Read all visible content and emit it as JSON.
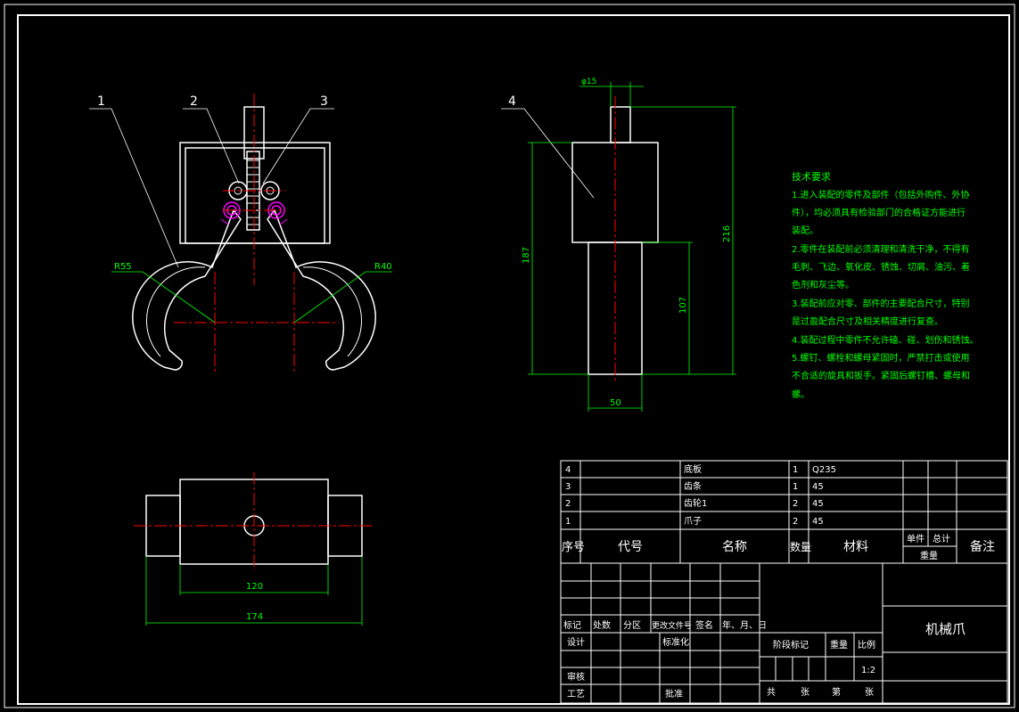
{
  "callouts": [
    "1",
    "2",
    "3",
    "4"
  ],
  "dimensions": {
    "r55": "R55",
    "r40": "R40",
    "phi15": "φ15",
    "d187": "187",
    "d216": "216",
    "d107": "107",
    "d50": "50",
    "d120": "120",
    "d174": "174"
  },
  "tech_requirements": {
    "title": "技术要求",
    "lines": [
      "1.进入装配的零件及部件（包括外购件、外协",
      "件），均必须具有检验部门的合格证方能进行",
      "装配。",
      "2.零件在装配前必须清理和清洗干净，不得有",
      "毛刺、飞边、氧化皮、锈蚀、切屑、油污、着",
      "色剂和灰尘等。",
      "3.装配前应对零、部件的主要配合尺寸，特别",
      "是过盈配合尺寸及相关精度进行复查。",
      "4.装配过程中零件不允许磕、碰、划伤和锈蚀。",
      "5.螺钉、螺栓和螺母紧固时，严禁打击或使用",
      "不合适的旋具和扳手。紧固后螺钉槽、螺母和",
      "螺。"
    ]
  },
  "bom": {
    "rows": [
      {
        "no": "4",
        "code": "",
        "name": "底板",
        "qty": "1",
        "material": "Q235"
      },
      {
        "no": "3",
        "code": "",
        "name": "齿条",
        "qty": "1",
        "material": "45"
      },
      {
        "no": "2",
        "code": "",
        "name": "齿轮1",
        "qty": "2",
        "material": "45"
      },
      {
        "no": "1",
        "code": "",
        "name": "爪子",
        "qty": "2",
        "material": "45"
      }
    ],
    "header": {
      "no": "序号",
      "code": "代号",
      "name": "名称",
      "qty": "数量",
      "material": "材料",
      "unit": "单件",
      "total": "总计",
      "weight": "重量",
      "remark": "备注"
    }
  },
  "title_block": {
    "drawing_title": "机械爪",
    "revision_labels": [
      "标记",
      "处数",
      "分区",
      "更改文件号",
      "签名",
      "年、月、日"
    ],
    "design": "设计",
    "standardization": "标准化",
    "check": "审核",
    "process": "工艺",
    "approve": "批准",
    "stage_mark": "阶段标记",
    "weight": "重量",
    "scale": "比例",
    "scale_value": "1:2",
    "sheets": "共",
    "sheet_unit1": "张",
    "sheet_no": "第",
    "sheet_unit2": "张"
  }
}
